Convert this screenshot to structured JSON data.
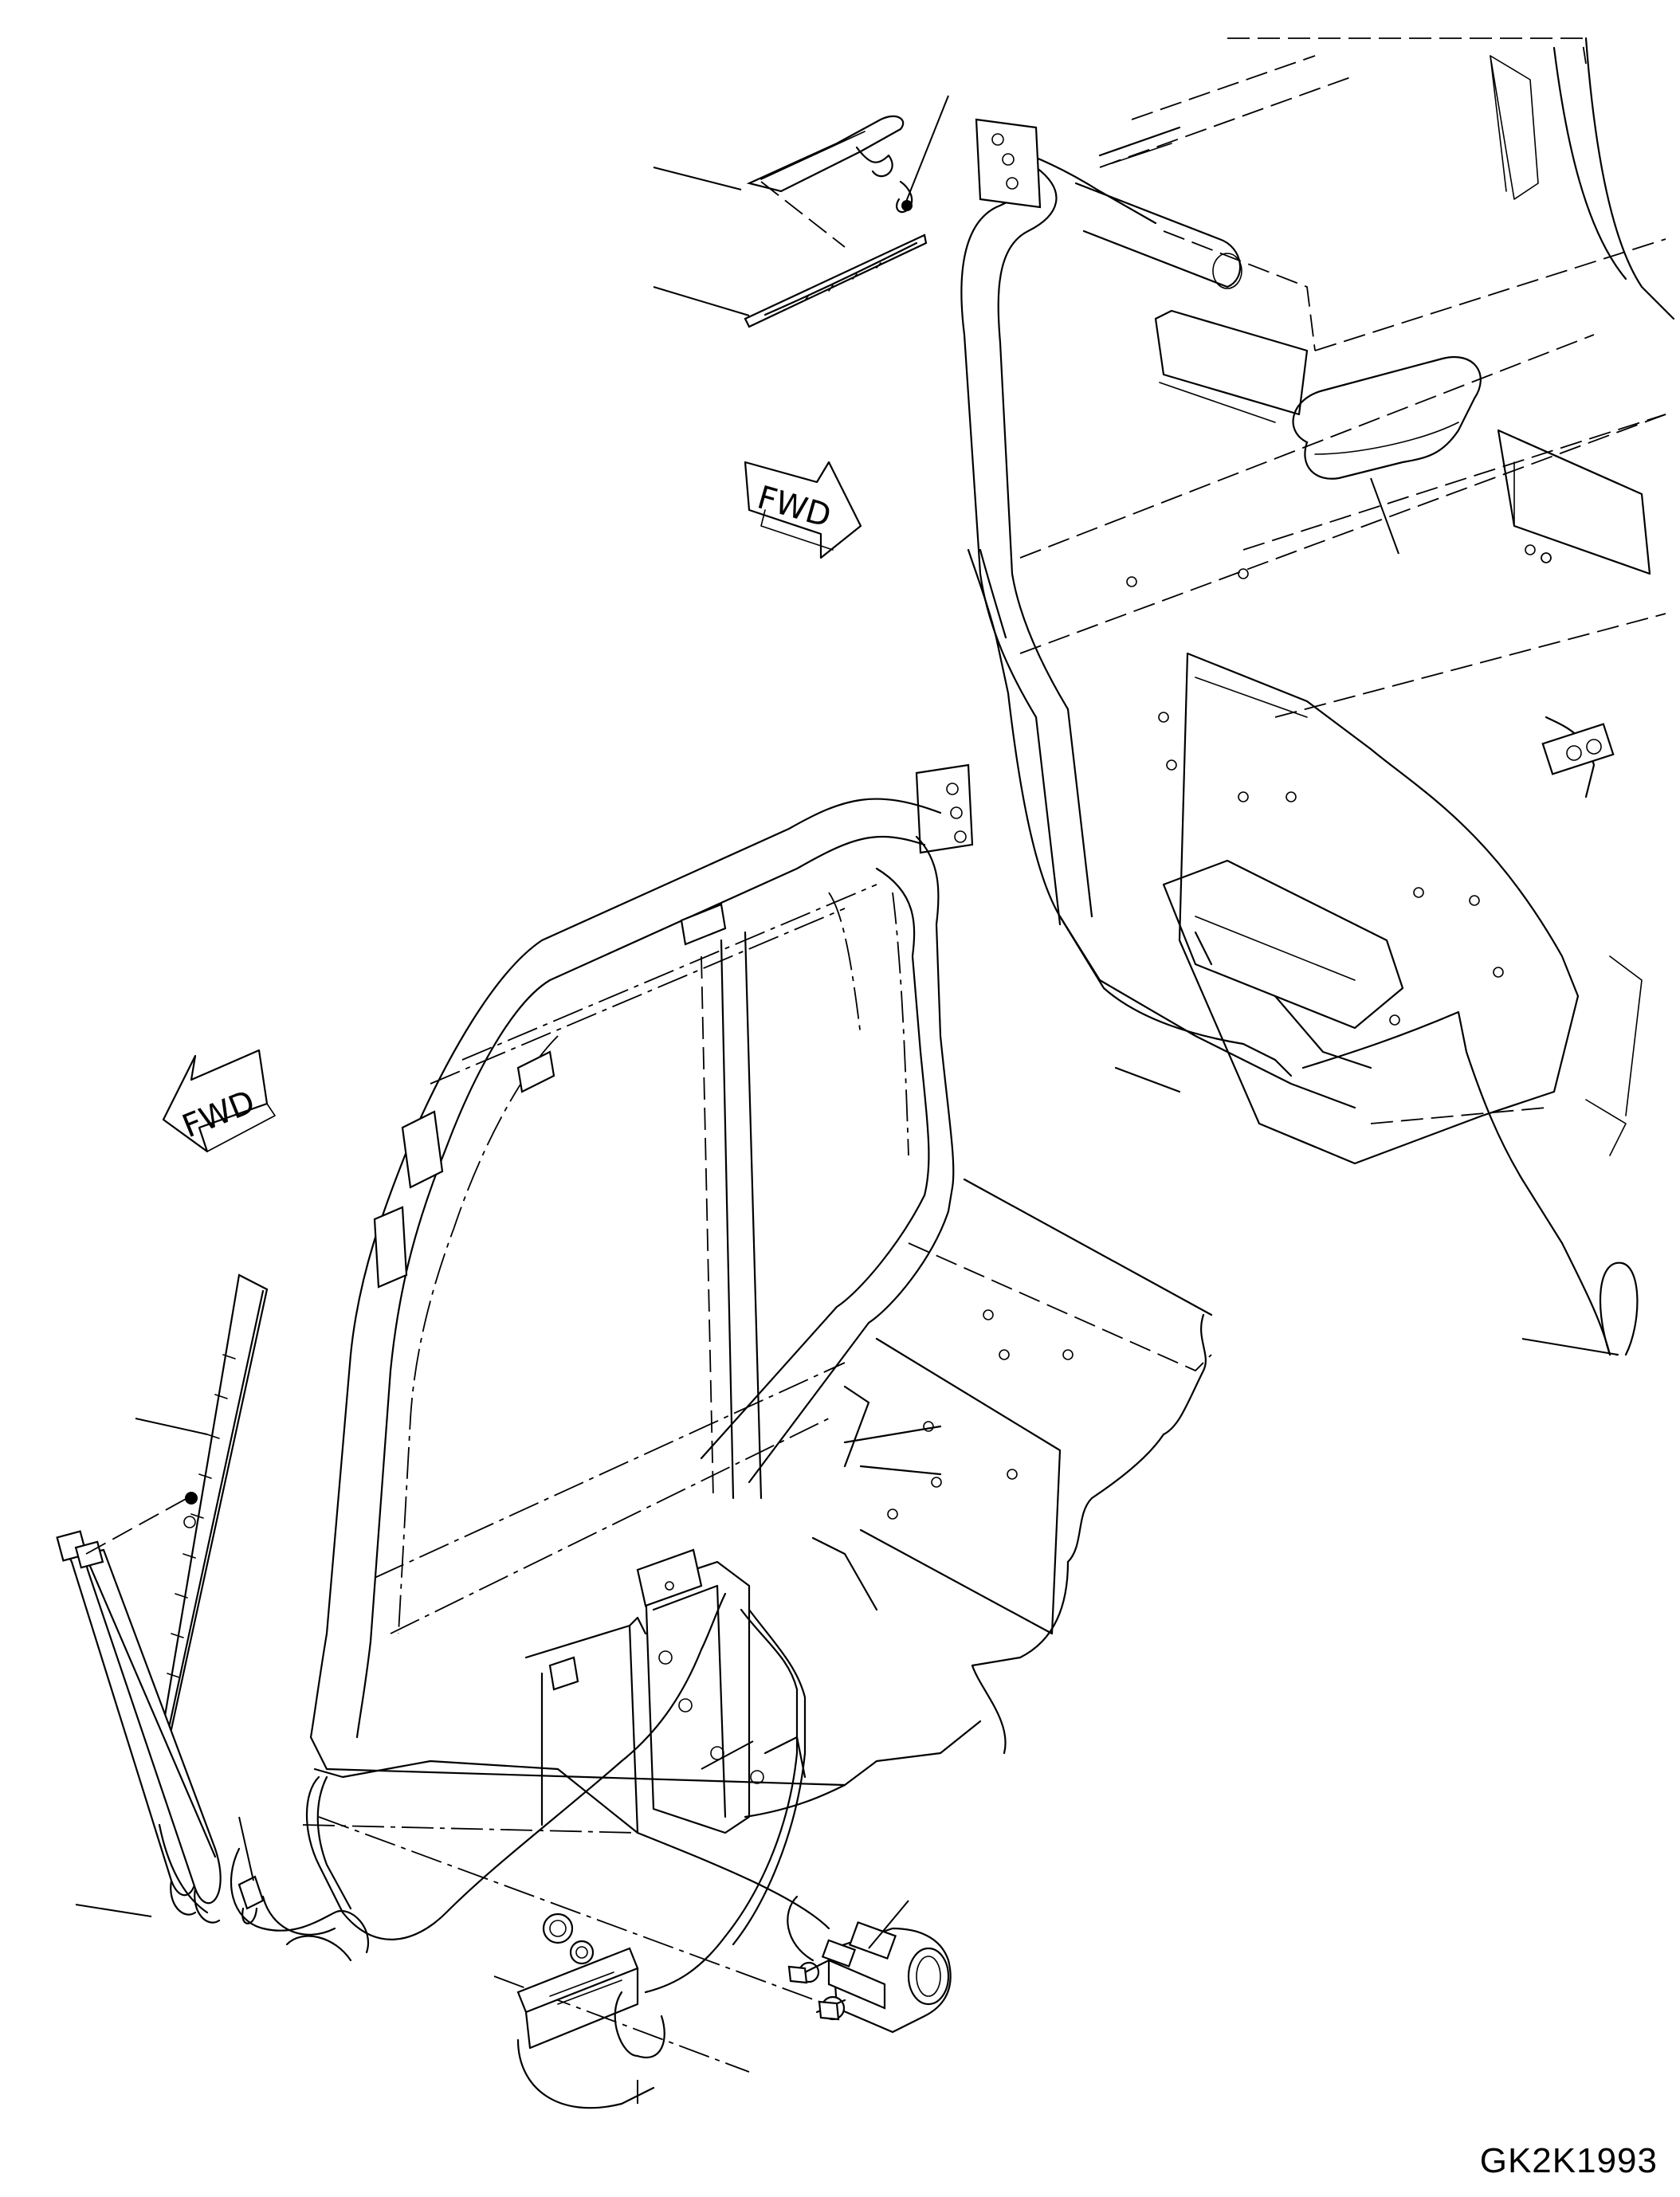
{
  "diagram": {
    "drawing_code": "GK2K1993",
    "direction_arrows": [
      {
        "label": "FWD"
      },
      {
        "label": "FWD"
      }
    ],
    "parts": [
      {
        "icon": "wiper-arm-icon"
      },
      {
        "icon": "wiper-blade-icon"
      },
      {
        "icon": "washer-nozzle-icon"
      },
      {
        "icon": "wiper-motor-icon"
      },
      {
        "icon": "washer-hose-icon"
      },
      {
        "icon": "cab-frame-icon"
      },
      {
        "icon": "ceiling-lamp-icon"
      }
    ]
  }
}
